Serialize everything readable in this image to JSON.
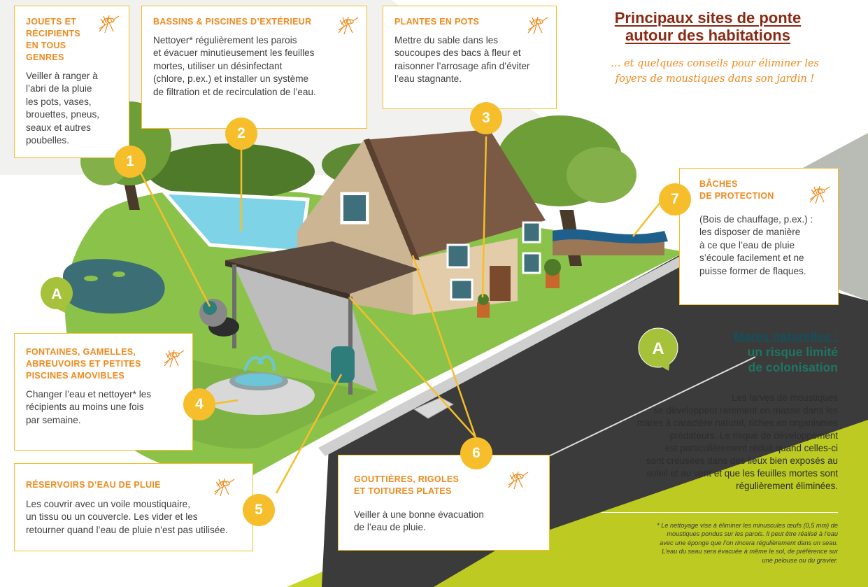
{
  "title": {
    "line1": "Principaux sites de ponte",
    "line2": "autour des habitations",
    "subtitle": "… et quelques conseils pour éliminer les foyers de moustiques dans son jardin !"
  },
  "boxes": [
    {
      "number": "1",
      "title": "JOUETS ET\nRÉCIPIENTS\nEN TOUS GENRES",
      "text": "Veiller à ranger à\nl’abri de la pluie\nles pots, vases,\nbrouettes, pneus,\nseaux et autres\npoubelles."
    },
    {
      "number": "2",
      "title": "BASSINS & PISCINES D’EXTÉRIEUR",
      "text": "Nettoyer* régulièrement les parois\net évacuer minutieusement les feuilles\nmortes, utiliser un désinfectant\n(chlore, p.ex.) et installer un système\nde filtration et de recirculation de l’eau."
    },
    {
      "number": "3",
      "title": "PLANTES EN POTS",
      "text": "Mettre du sable dans les\nsoucoupes des bacs à fleur et\nraisonner l’arrosage afin d’éviter\nl’eau stagnante."
    },
    {
      "number": "4",
      "title": "FONTAINES, GAMELLES,\nABREUVOIRS ET PETITES\nPISCINES AMOVIBLES",
      "text": "Changer l’eau et nettoyer* les\nrécipients au moins une fois\npar semaine."
    },
    {
      "number": "5",
      "title": "RÉSERVOIRS D’EAU DE PLUIE",
      "text": "Les couvrir avec un voile moustiquaire,\nun tissu ou un couvercle. Les vider et les\nretourner quand l’eau de pluie n’est pas utilisée."
    },
    {
      "number": "6",
      "title": "GOUTTIÈRES, RIGOLES\nET TOITURES PLATES",
      "text": "Veiller à une bonne évacuation\nde l’eau de pluie."
    },
    {
      "number": "7",
      "title": "BÂCHES\nDE PROTECTION",
      "text": "(Bois de chauffage, p.ex.) :\nles disposer de manière\nà ce que l’eau de pluie\ns’écoule facilement et ne\npuisse former de flaques."
    }
  ],
  "mares": {
    "badge": "A",
    "title_line1": "Mares naturelles :",
    "title_line2": "un risque limité",
    "title_line3": "de colonisation",
    "text": "Les larves de moustiques\nse développent rarement en masse dans  les\nmares à caractère naturel, riches en organismes\nprédateurs.  Le risque de développement\nest particulièrement réduit quand celles-ci\nsont creusées dans des lieux bien exposés au\nsoleil et au vent et que les feuilles mortes sont\nrégulièrement éliminées."
  },
  "pond_badge": "A",
  "footnote": "* Le nettoyage vise à éliminer les minuscules œufs (0,5 mm) de\nmoustiques pondus sur les parois. Il peut être réalisé à l’eau\navec une éponge que l’on rincera régulièrement dans un seau.\nL’eau du seau sera évacuée à même le sol, de préférence sur\nune pelouse ou du gravier.",
  "colors": {
    "accent_yellow": "#f6be2a",
    "title_orange": "#ef8a1e",
    "title_brown": "#8a2a14",
    "lime": "#c8d62a",
    "teal": "#1f7561",
    "grass": "#8bc34a",
    "road": "#3b3b3b"
  },
  "icons": {
    "mosquito": "mosquito-icon",
    "speech_badge": "speech-bubble-badge"
  }
}
